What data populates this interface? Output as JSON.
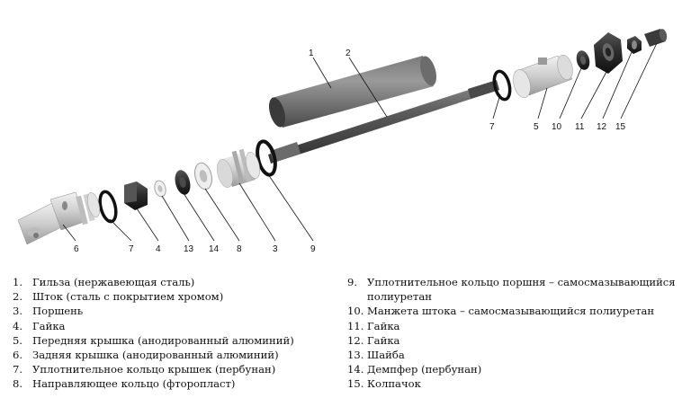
{
  "diagram": {
    "callouts": [
      "1",
      "2",
      "7",
      "5",
      "10",
      "11",
      "12",
      "15",
      "6",
      "7",
      "4",
      "13",
      "14",
      "8",
      "3",
      "9"
    ]
  },
  "legend_left": [
    {
      "num": "1.",
      "text": "Гильза (нержавеющая сталь)"
    },
    {
      "num": "2.",
      "text": "Шток (сталь с покрытием хромом)"
    },
    {
      "num": "3.",
      "text": "Поршень"
    },
    {
      "num": "4.",
      "text": "Гайка"
    },
    {
      "num": "5.",
      "text": "Передняя крышка (анодированный алюминий)"
    },
    {
      "num": "6.",
      "text": "Задняя крышка (анодированный алюминий)"
    },
    {
      "num": "7.",
      "text": "Уплотнительное кольцо крышек (пербунан)"
    },
    {
      "num": "8.",
      "text": "Направляющее кольцо (фторопласт)"
    }
  ],
  "legend_right": [
    {
      "num": "9.",
      "text": "Уплотнительное кольцо поршня – самосмазывающийся полиуретан"
    },
    {
      "num": "10.",
      "text": "Манжета штока – самосмазывающийся полиуретан"
    },
    {
      "num": "11.",
      "text": "Гайка"
    },
    {
      "num": "12.",
      "text": "Гайка"
    },
    {
      "num": "13.",
      "text": "Шайба"
    },
    {
      "num": "14.",
      "text": "Демпфер (пербунан)"
    },
    {
      "num": "15.",
      "text": "Колпачок"
    }
  ]
}
